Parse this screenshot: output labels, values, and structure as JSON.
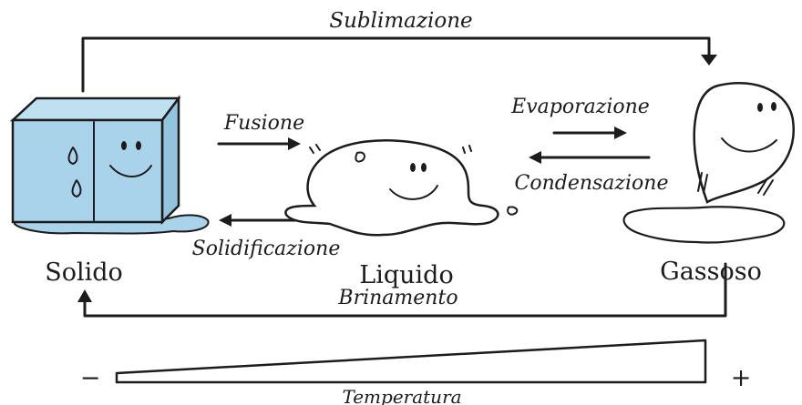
{
  "processes": {
    "sublimation": "Sublimazione",
    "fusion": "Fusione",
    "solidification": "Solidificazione",
    "evaporation": "Evaporazione",
    "condensation": "Condensazione",
    "deposition": "Brinamento"
  },
  "states": {
    "solid": "Solido",
    "liquid": "Liquido",
    "gas": "Gassoso"
  },
  "temperature": {
    "label": "Temperatura",
    "min_sign": "−",
    "max_sign": "+"
  },
  "colors": {
    "ice_fill": "#a9d3ea",
    "ink": "#1c1c1c",
    "paper": "#ffffff"
  }
}
